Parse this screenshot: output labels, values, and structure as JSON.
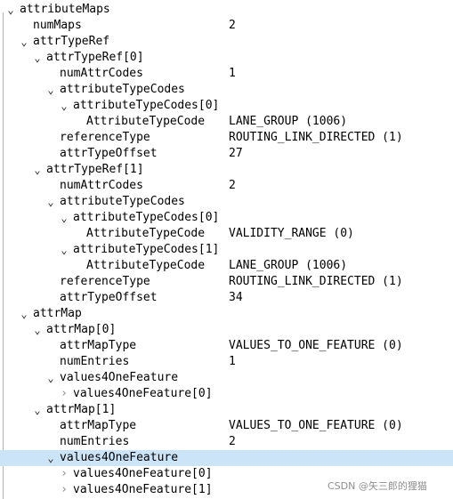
{
  "tree": {
    "rows": [
      {
        "name": "attributeMaps",
        "value": "",
        "toggle": "expanded"
      },
      {
        "name": "numMaps",
        "value": "2",
        "toggle": "none"
      },
      {
        "name": "attrTypeRef",
        "value": "",
        "toggle": "expanded"
      },
      {
        "name": "attrTypeRef[0]",
        "value": "",
        "toggle": "expanded"
      },
      {
        "name": "numAttrCodes",
        "value": "1",
        "toggle": "none"
      },
      {
        "name": "attributeTypeCodes",
        "value": "",
        "toggle": "expanded"
      },
      {
        "name": "attributeTypeCodes[0]",
        "value": "",
        "toggle": "expanded"
      },
      {
        "name": "AttributeTypeCode",
        "value": "LANE_GROUP (1006)",
        "toggle": "none"
      },
      {
        "name": "referenceType",
        "value": "ROUTING_LINK_DIRECTED (1)",
        "toggle": "none"
      },
      {
        "name": "attrTypeOffset",
        "value": "27",
        "toggle": "none"
      },
      {
        "name": "attrTypeRef[1]",
        "value": "",
        "toggle": "expanded"
      },
      {
        "name": "numAttrCodes",
        "value": "2",
        "toggle": "none"
      },
      {
        "name": "attributeTypeCodes",
        "value": "",
        "toggle": "expanded"
      },
      {
        "name": "attributeTypeCodes[0]",
        "value": "",
        "toggle": "expanded"
      },
      {
        "name": "AttributeTypeCode",
        "value": "VALIDITY_RANGE (0)",
        "toggle": "none"
      },
      {
        "name": "attributeTypeCodes[1]",
        "value": "",
        "toggle": "expanded"
      },
      {
        "name": "AttributeTypeCode",
        "value": "LANE_GROUP (1006)",
        "toggle": "none"
      },
      {
        "name": "referenceType",
        "value": "ROUTING_LINK_DIRECTED (1)",
        "toggle": "none"
      },
      {
        "name": "attrTypeOffset",
        "value": "34",
        "toggle": "none"
      },
      {
        "name": "attrMap",
        "value": "",
        "toggle": "expanded"
      },
      {
        "name": "attrMap[0]",
        "value": "",
        "toggle": "expanded"
      },
      {
        "name": "attrMapType",
        "value": "VALUES_TO_ONE_FEATURE (0)",
        "toggle": "none"
      },
      {
        "name": "numEntries",
        "value": "1",
        "toggle": "none"
      },
      {
        "name": "values4OneFeature",
        "value": "",
        "toggle": "expanded"
      },
      {
        "name": "values4OneFeature[0]",
        "value": "",
        "toggle": "collapsed"
      },
      {
        "name": "attrMap[1]",
        "value": "",
        "toggle": "expanded"
      },
      {
        "name": "attrMapType",
        "value": "VALUES_TO_ONE_FEATURE (0)",
        "toggle": "none"
      },
      {
        "name": "numEntries",
        "value": "2",
        "toggle": "none"
      },
      {
        "name": "values4OneFeature",
        "value": "",
        "toggle": "expanded",
        "selected": true
      },
      {
        "name": "values4OneFeature[0]",
        "value": "",
        "toggle": "collapsed"
      },
      {
        "name": "values4OneFeature[1]",
        "value": "",
        "toggle": "collapsed"
      }
    ]
  },
  "watermark": "CSDN @矢三郎的狸猫",
  "colors": {
    "selection": "#cce4f7",
    "tree_line": "#b3b3b3"
  },
  "icons": {
    "expanded": "chevron-down-icon",
    "collapsed": "chevron-right-icon"
  }
}
